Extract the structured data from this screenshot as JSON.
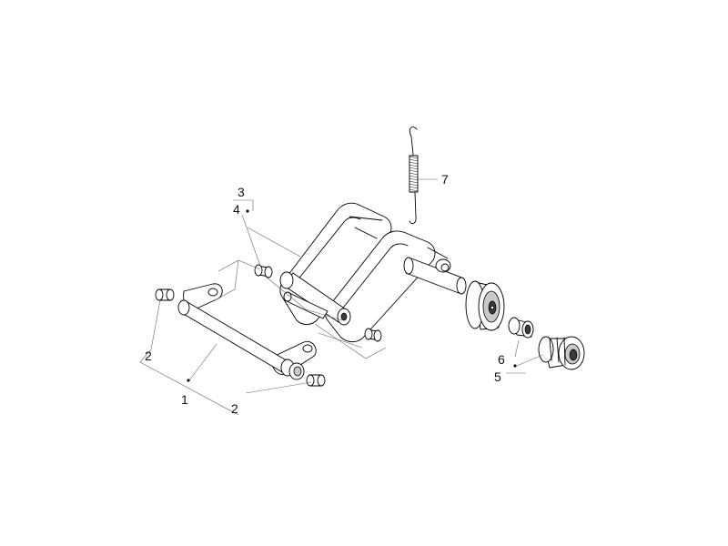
{
  "labels": {
    "l1": "1",
    "l2a": "2",
    "l2b": "2",
    "l3": "3",
    "l4": "4",
    "l5": "5",
    "l6": "6",
    "l7": "7"
  }
}
